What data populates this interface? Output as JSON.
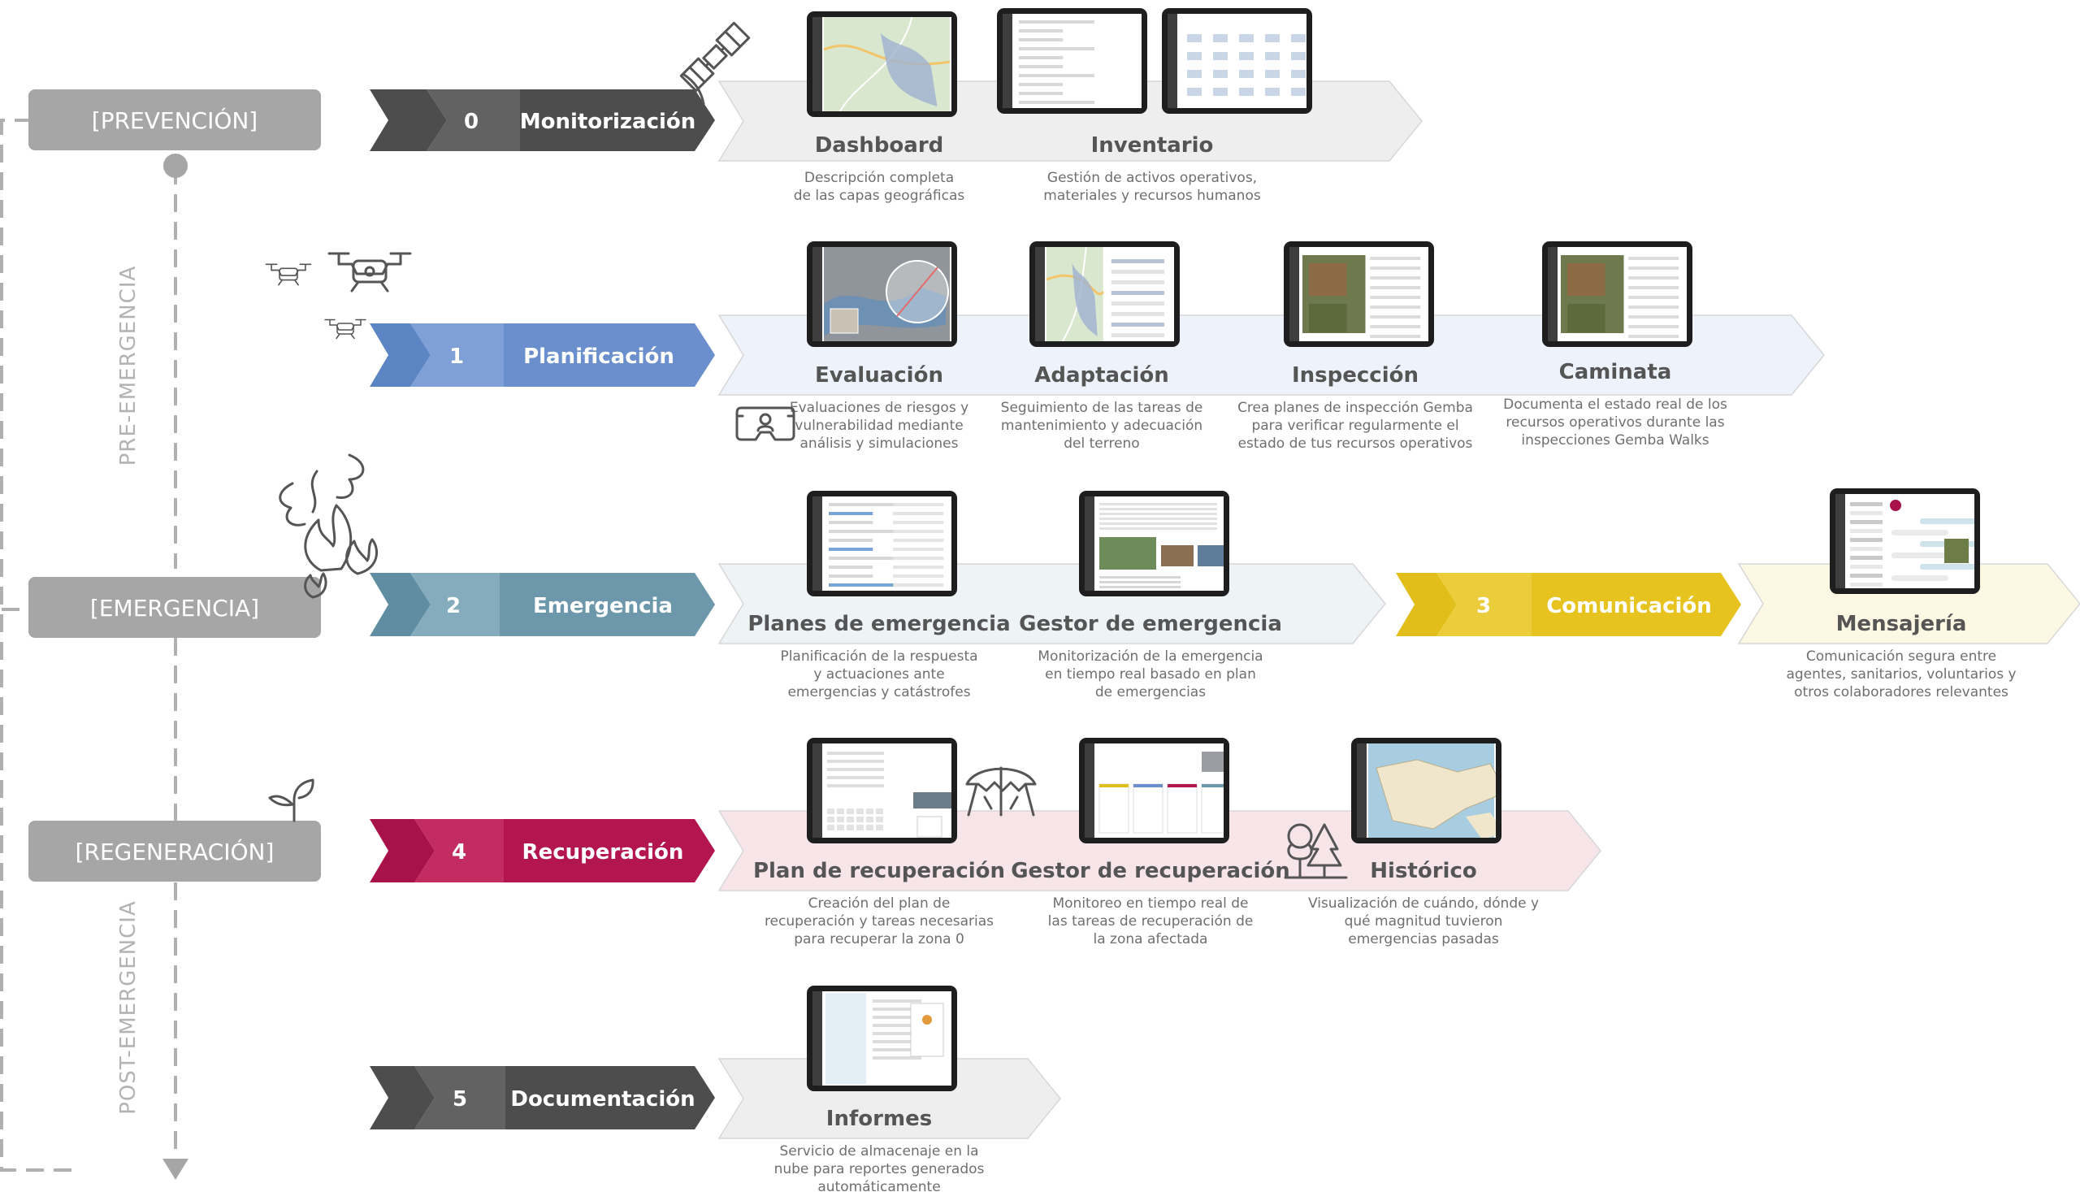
{
  "phases": [
    {
      "id": "prevencion",
      "label": "[PREVENCIÓN]",
      "color": "#a6a6a6"
    },
    {
      "id": "emergencia",
      "label": "[EMERGENCIA]",
      "color": "#a6a6a6"
    },
    {
      "id": "regeneracion",
      "label": "[REGENERACIÓN]",
      "color": "#a6a6a6"
    }
  ],
  "timeline": {
    "pre": "PRE-EMERGENCIA",
    "post": "POST-EMERGENCIA"
  },
  "steps": [
    {
      "num": "0",
      "label": "Monitorización",
      "tail_color": "#4d4d4d",
      "num_color": "#626262",
      "label_color": "#4d4d4d",
      "num_text_color": "#ffffff",
      "band_color": "#eeeeee"
    },
    {
      "num": "1",
      "label": "Planificación",
      "tail_color": "#5c85c4",
      "num_color": "#7ea0d6",
      "label_color": "#6a8fcc",
      "num_text_color": "#ffffff",
      "band_color": "#edf2fb"
    },
    {
      "num": "2",
      "label": "Emergencia",
      "tail_color": "#5f8ea2",
      "num_color": "#85acbd",
      "label_color": "#6d98ab",
      "num_text_color": "#ffffff",
      "band_color": "#eef3f6"
    },
    {
      "num": "3",
      "label": "Comunicación",
      "tail_color": "#e2be1b",
      "num_color": "#ebcd3c",
      "label_color": "#e6c31f",
      "num_text_color": "#ffffff",
      "band_color": "#fcf8e3"
    },
    {
      "num": "4",
      "label": "Recuperación",
      "tail_color": "#a8124a",
      "num_color": "#c22c60",
      "label_color": "#b3164f",
      "num_text_color": "#ffffff",
      "band_color": "#f8e5ea"
    },
    {
      "num": "5",
      "label": "Documentación",
      "tail_color": "#4d4d4d",
      "num_color": "#626262",
      "label_color": "#4d4d4d",
      "num_text_color": "#ffffff",
      "band_color": "#eeeeee"
    }
  ],
  "modules": [
    {
      "title": "Dashboard",
      "desc": [
        "Descripción completa",
        "de las capas geográficas"
      ]
    },
    {
      "title": "Inventario",
      "desc": [
        "Gestión de activos operativos,",
        "materiales y recursos humanos"
      ]
    },
    {
      "title": "Evaluación",
      "desc": [
        "Evaluaciones de riesgos y",
        "vulnerabilidad mediante",
        "análisis y simulaciones"
      ]
    },
    {
      "title": "Adaptación",
      "desc": [
        "Seguimiento de las tareas de",
        "mantenimiento y adecuación",
        "del terreno"
      ]
    },
    {
      "title": "Inspección",
      "desc": [
        "Crea planes de inspección Gemba",
        "para verificar regularmente el",
        "estado de tus recursos operativos"
      ]
    },
    {
      "title": "Caminata",
      "desc": [
        "Documenta el estado real de los",
        "recursos operativos durante las",
        "inspecciones Gemba Walks"
      ]
    },
    {
      "title": "Planes de emergencia",
      "desc": [
        "Planificación de la respuesta",
        "y actuaciones ante",
        "emergencias y catástrofes"
      ]
    },
    {
      "title": "Gestor de emergencia",
      "desc": [
        "Monitorización de la emergencia",
        "en tiempo real basado en plan",
        "de emergencias"
      ]
    },
    {
      "title": "Mensajería",
      "desc": [
        "Comunicación segura entre",
        "agentes, sanitarios, voluntarios y",
        "otros colaboradores relevantes"
      ]
    },
    {
      "title": "Plan de recuperación",
      "desc": [
        "Creación del plan de",
        "recuperación y tareas necesarias",
        "para recuperar la zona 0"
      ]
    },
    {
      "title": "Gestor de recuperación",
      "desc": [
        "Monitoreo en tiempo real de",
        "las tareas de recuperación de",
        "la zona afectada"
      ]
    },
    {
      "title": "Histórico",
      "desc": [
        "Visualización de cuándo, dónde y",
        "qué magnitud tuvieron",
        "emergencias pasadas"
      ]
    },
    {
      "title": "Informes",
      "desc": [
        "Servicio de almacenaje en la",
        "nube para reportes generados",
        "automáticamente"
      ]
    }
  ],
  "screens": [
    {
      "name": "dashboard-screen",
      "kind": "map"
    },
    {
      "name": "inventario-screen-a",
      "kind": "list"
    },
    {
      "name": "inventario-screen-b",
      "kind": "grid"
    },
    {
      "name": "evaluacion-screen",
      "kind": "map-grey"
    },
    {
      "name": "adaptacion-screen",
      "kind": "map-form"
    },
    {
      "name": "inspeccion-screen",
      "kind": "photo-form"
    },
    {
      "name": "caminata-screen",
      "kind": "photo-list"
    },
    {
      "name": "planes-emergencia-screen",
      "kind": "form"
    },
    {
      "name": "gestor-emergencia-screen",
      "kind": "photos"
    },
    {
      "name": "mensajeria-screen",
      "kind": "chat"
    },
    {
      "name": "plan-recuperacion-screen",
      "kind": "calendar"
    },
    {
      "name": "gestor-recuperacion-screen",
      "kind": "cards"
    },
    {
      "name": "historico-screen",
      "kind": "map-europe"
    },
    {
      "name": "informes-screen",
      "kind": "doc"
    }
  ],
  "icons": [
    "satellite-icon",
    "drone-icon",
    "drone-small-icon",
    "drone-small-2-icon",
    "fire-smoke-icon",
    "sprout-icon",
    "vr-headset-icon",
    "broken-umbrella-icon",
    "trees-icon"
  ]
}
